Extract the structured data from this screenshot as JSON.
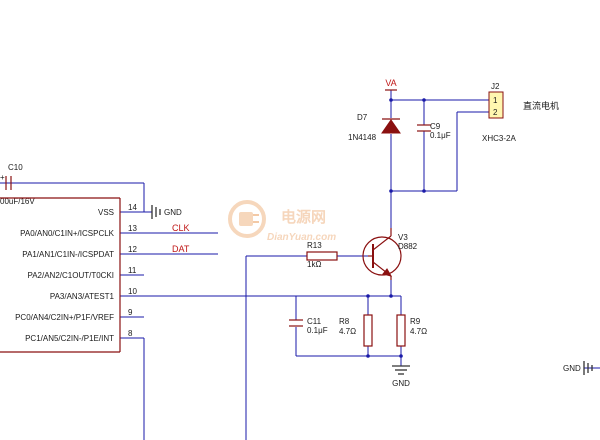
{
  "chip": {
    "pins_right": [
      {
        "name": "VSS",
        "num": "14"
      },
      {
        "name": "PA0/AN0/C1IN+/ICSPCLK",
        "num": "13"
      },
      {
        "name": "PA1/AN1/C1IN-/ICSPDAT",
        "num": "12"
      },
      {
        "name": "PA2/AN2/C1OUT/T0CKI",
        "num": "11"
      },
      {
        "name": "PA3/AN3/ATEST1",
        "num": "10"
      },
      {
        "name": "PC0/AN4/C2IN+/P1F/VREF",
        "num": "9"
      },
      {
        "name": "PC1/AN5/C2IN-/P1E/INT",
        "num": "8"
      }
    ]
  },
  "nets": {
    "gnd_vss": "GND",
    "clk": "CLK",
    "dat": "DAT",
    "va": "VA",
    "gnd_bottom": "GND",
    "gnd_right": "GND"
  },
  "components": {
    "c10": {
      "ref": "C10",
      "value": "00uF/16V"
    },
    "d7": {
      "ref": "D7",
      "value": "1N4148"
    },
    "c9": {
      "ref": "C9",
      "value": "0.1μF"
    },
    "j2": {
      "ref": "J2",
      "value": "XHC3-2A",
      "pin1": "1",
      "pin2": "2",
      "desc": "直流电机"
    },
    "v3": {
      "ref": "V3",
      "value": "D882"
    },
    "r13": {
      "ref": "R13",
      "value": "1kΩ"
    },
    "c11": {
      "ref": "C11",
      "value": "0.1μF"
    },
    "r8": {
      "ref": "R8",
      "value": "4.7Ω"
    },
    "r9": {
      "ref": "R9",
      "value": "4.7Ω"
    }
  },
  "watermark": {
    "brand": "电源网",
    "url": "DianYuan.com"
  },
  "colors": {
    "wire": "#1a1aa8",
    "component": "#8a1010",
    "net_label": "#c01818",
    "watermark": "#f3c9a6"
  }
}
